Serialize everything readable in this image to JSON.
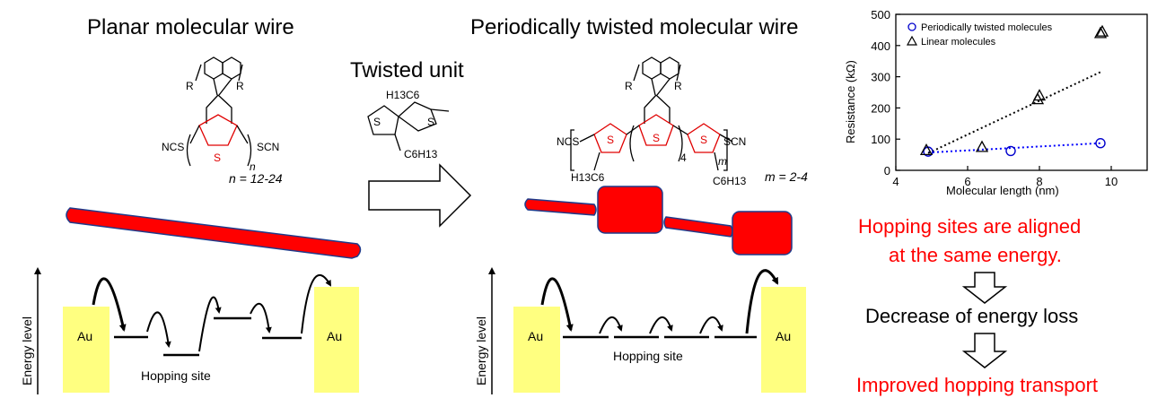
{
  "left_panel": {
    "title": "Planar molecular wire",
    "chem": {
      "substituent_r1": "R",
      "substituent_r2": "R",
      "end_left": "NCS",
      "end_right": "SCN",
      "sulfur": "S",
      "subscript": "n",
      "n_range": "n = 12-24"
    },
    "diagram": {
      "electrode_left": "Au",
      "electrode_right": "Au",
      "y_axis": "Energy level",
      "site_label": "Hopping site"
    }
  },
  "middle": {
    "title": "Twisted unit",
    "chem": {
      "hexyl_top": "H13C6",
      "hexyl_bottom": "C6H13",
      "sulfur": "S"
    }
  },
  "right_panel": {
    "title": "Periodically twisted molecular wire",
    "chem": {
      "substituent_r1": "R",
      "substituent_r2": "R",
      "end_left": "NCS",
      "end_right": "SCN",
      "sulfur": "S",
      "repeat": "4",
      "subscript": "m",
      "hexyl_left": "H13C6",
      "hexyl_right": "C6H13",
      "m_range": "m = 2-4"
    },
    "diagram": {
      "electrode_left": "Au",
      "electrode_right": "Au",
      "y_axis": "Energy level",
      "site_label": "Hopping site"
    }
  },
  "chart_data": {
    "type": "scatter",
    "xlabel": "Molecular length (nm)",
    "ylabel": "Resistance (kΩ)",
    "xlim": [
      4,
      11
    ],
    "ylim": [
      0,
      500
    ],
    "xticks": [
      4,
      6,
      8,
      10
    ],
    "yticks": [
      0,
      100,
      200,
      300,
      400,
      500
    ],
    "legend_position": "top-left",
    "series": [
      {
        "name": "Periodically twisted molecules",
        "marker": "circle",
        "color": "#0000cc",
        "x": [
          4.9,
          7.2,
          9.7
        ],
        "y": [
          60,
          62,
          87
        ],
        "fit": {
          "x": [
            4.9,
            9.7
          ],
          "y": [
            57,
            87
          ],
          "color": "#0000ff"
        }
      },
      {
        "name": "Linear molecules",
        "marker": "triangle",
        "color": "#000000",
        "x": [
          4.85,
          6.4,
          7.95,
          8.0,
          9.7,
          9.75
        ],
        "y": [
          65,
          75,
          228,
          240,
          440,
          445
        ],
        "fit": {
          "x": [
            4.9,
            9.7
          ],
          "y": [
            55,
            315
          ],
          "color": "#000000"
        }
      }
    ]
  },
  "conclusions": {
    "line1": "Hopping sites are aligned",
    "line2": "at the same energy.",
    "step2": "Decrease of energy loss",
    "step3": "Improved hopping transport"
  },
  "colors": {
    "red": "#ff0000",
    "electrode": "#ffff80",
    "band": "#ff0000",
    "band_edge": "#1f3a8a"
  }
}
